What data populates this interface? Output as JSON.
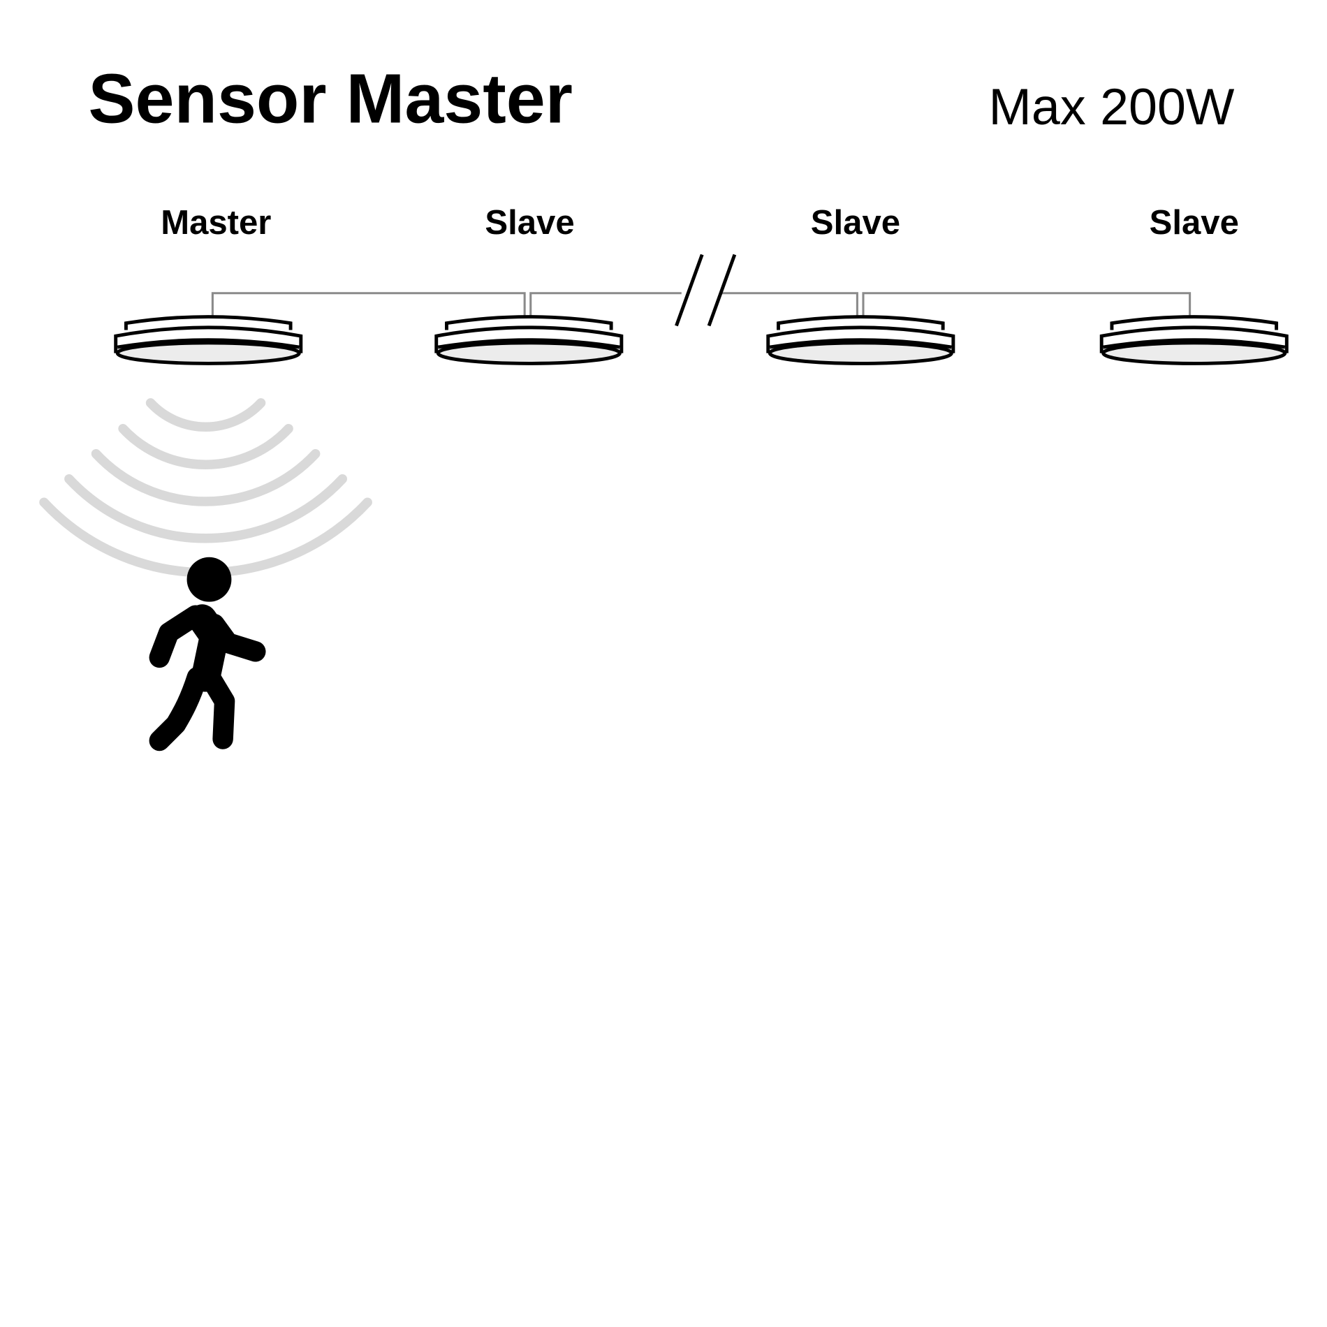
{
  "title": "Sensor Master",
  "max_power": "Max 200W",
  "lamps": [
    {
      "label": "Master"
    },
    {
      "label": "Slave"
    },
    {
      "label": "Slave"
    },
    {
      "label": "Slave"
    }
  ],
  "colors": {
    "wire": "#8a8a8a",
    "wave": "#d9d9d9",
    "lens": "#ececec",
    "ink": "#000000"
  }
}
